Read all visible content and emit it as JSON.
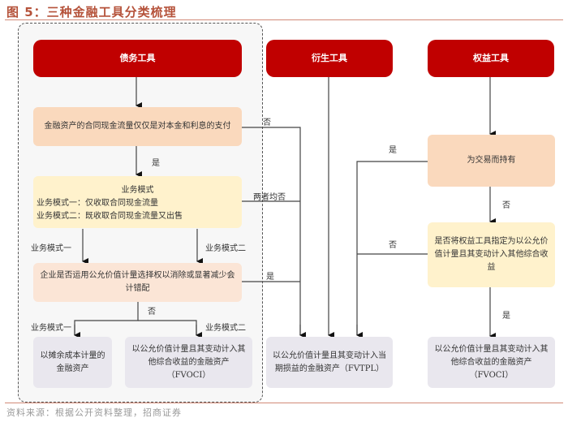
{
  "title": "图 5：三种金融工具分类梳理",
  "source": "资料来源：根据公开资料整理，招商证券",
  "headers": {
    "debt": "债务工具",
    "derivative": "衍生工具",
    "equity": "权益工具"
  },
  "debt_flow": {
    "sppi_question": "金融资产的合同现金流量仅仅是对本金和利息的支付",
    "business_model_title": "业务模式",
    "business_model_one": "业务模式一：仅收取合同现金流量",
    "business_model_two": "业务模式二：既收取合同现金流量又出售",
    "fvo_question": "企业是否运用公允价值计量选择权以消除或显著减少会计错配",
    "amortized_cost": "以摊余成本计量的金融资产",
    "fvoci": "以公允价值计量且其变动计入其他综合收益的金融资产（FVOCI）"
  },
  "fvtpl": "以公允价值计量且其变动计入当期损益的金融资产（FVTPL）",
  "equity_flow": {
    "trading_question": "为交易而持有",
    "designate_question": "是否将权益工具指定为以公允价值计量且其变动计入其他综合收益",
    "fvoci": "以公允价值计量且其变动计入其他综合收益的金融资产（FVOCI）"
  },
  "edge_labels": {
    "yes": "是",
    "no": "否",
    "both_no": "两者均否",
    "mode_one": "业务模式一",
    "mode_two": "业务模式二"
  }
}
